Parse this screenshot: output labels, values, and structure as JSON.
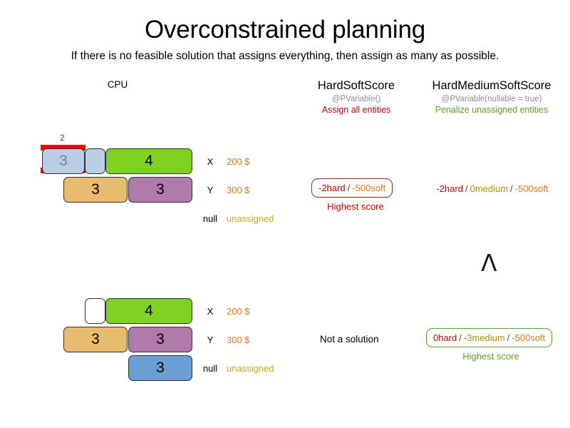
{
  "title": "Overconstrained planning",
  "subtitle": "If there is no feasible solution that assigns everything, then assign as many as possible.",
  "columns": {
    "cpu": {
      "label": "CPU"
    },
    "hardsoft": {
      "title": "HardSoftScore",
      "annotation": "@PVariable()",
      "note": "Assign all entities"
    },
    "hardmediumsoft": {
      "title": "HardMediumSoftScore",
      "annotation": "@PVariable(nullable = true)",
      "note": "Penalize unassigned entities"
    }
  },
  "wedge_symbol": "Λ",
  "scenarios": [
    {
      "id": "scenario-overloaded",
      "capacity": {
        "label": "2"
      },
      "rows": [
        {
          "machine": "X",
          "cost": "200 $",
          "segments": [
            {
              "value": "3",
              "color": "#b9cde5",
              "muted": true
            },
            {
              "value": "",
              "color": "#b9cde5",
              "muted": false
            },
            {
              "value": "4",
              "color": "#7ed321",
              "muted": false
            }
          ]
        },
        {
          "machine": "Y",
          "cost": "300 $",
          "segments": [
            {
              "value": "3",
              "color": "#e8bc6e",
              "muted": false
            },
            {
              "value": "3",
              "color": "#b07aab",
              "muted": false
            }
          ]
        },
        {
          "machine": "null",
          "cost": "unassigned",
          "segments": []
        }
      ],
      "hardsoft_score": {
        "boxed": true,
        "parts": [
          {
            "text": "-2hard",
            "kind": "hard"
          },
          {
            "text": "-500soft",
            "kind": "soft"
          }
        ],
        "highest_label": "Highest score"
      },
      "hardmediumsoft_score": {
        "boxed": false,
        "parts": [
          {
            "text": "-2hard",
            "kind": "hard"
          },
          {
            "text": "0medium",
            "kind": "medium"
          },
          {
            "text": "-500soft",
            "kind": "soft"
          }
        ],
        "highest_label": ""
      }
    },
    {
      "id": "scenario-unassigned",
      "capacity": null,
      "rows": [
        {
          "machine": "X",
          "cost": "200 $",
          "segments": [
            {
              "value": "",
              "color": "#ffffff",
              "muted": false
            },
            {
              "value": "4",
              "color": "#7ed321",
              "muted": false
            }
          ]
        },
        {
          "machine": "Y",
          "cost": "300 $",
          "segments": [
            {
              "value": "3",
              "color": "#e8bc6e",
              "muted": false
            },
            {
              "value": "3",
              "color": "#b07aab",
              "muted": false
            }
          ]
        },
        {
          "machine": "null",
          "cost": "unassigned",
          "segments": [
            {
              "value": "3",
              "color": "#6a9fd4",
              "muted": false
            }
          ]
        }
      ],
      "hardsoft_score": {
        "boxed": false,
        "plain_text": "Not a solution",
        "highest_label": ""
      },
      "hardmediumsoft_score": {
        "boxed": true,
        "parts": [
          {
            "text": "0hard",
            "kind": "hard"
          },
          {
            "text": "-3medium",
            "kind": "medium"
          },
          {
            "text": "-500soft",
            "kind": "soft"
          }
        ],
        "highest_label": "Highest score"
      }
    }
  ]
}
